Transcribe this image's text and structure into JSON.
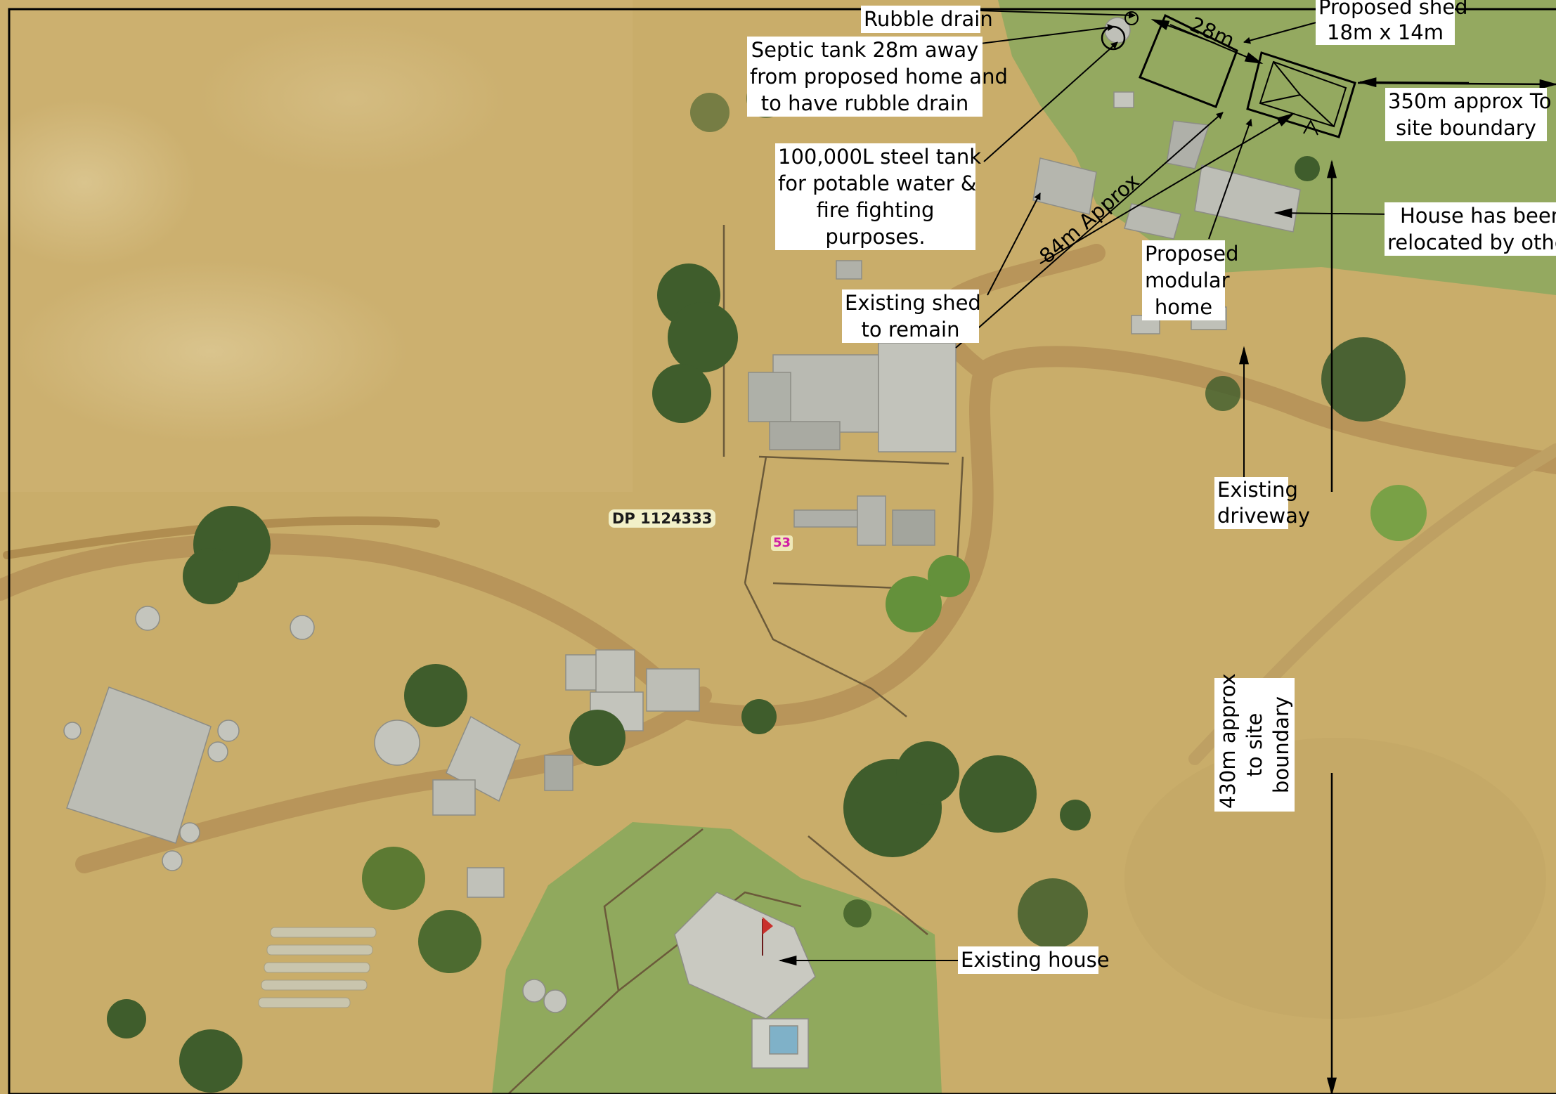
{
  "annotations": {
    "rubble_drain": "Rubble drain",
    "septic_tank": [
      "Septic tank 28m away",
      "from proposed home and",
      "to have rubble drain"
    ],
    "steel_tank": [
      "100,000L steel tank",
      "for potable water &",
      "fire fighting",
      "purposes."
    ],
    "existing_shed": [
      "Existing shed",
      "to remain"
    ],
    "proposed_shed": [
      "Proposed shed",
      "18m x 14m"
    ],
    "site_boundary_east": [
      "350m approx To",
      "site boundary"
    ],
    "house_relocated": [
      "House has been",
      "relocated by others"
    ],
    "proposed_home": [
      "Proposed",
      "modular",
      "home"
    ],
    "existing_driveway": [
      "Existing",
      "driveway"
    ],
    "site_boundary_south": [
      "430m approx",
      "to site",
      "boundary"
    ],
    "existing_house": "Existing house"
  },
  "dimensions": {
    "shed_spacing": "28m",
    "home_distance": "84m Approx"
  },
  "parcel": {
    "plan_label": "DP 1124333",
    "lot_number": "53"
  },
  "colors": {
    "paddock": "#c9ad6a",
    "grass": "#7fa455",
    "roof": "#b9bab2",
    "tree": "#3f5d2c",
    "linework": "#000000"
  }
}
